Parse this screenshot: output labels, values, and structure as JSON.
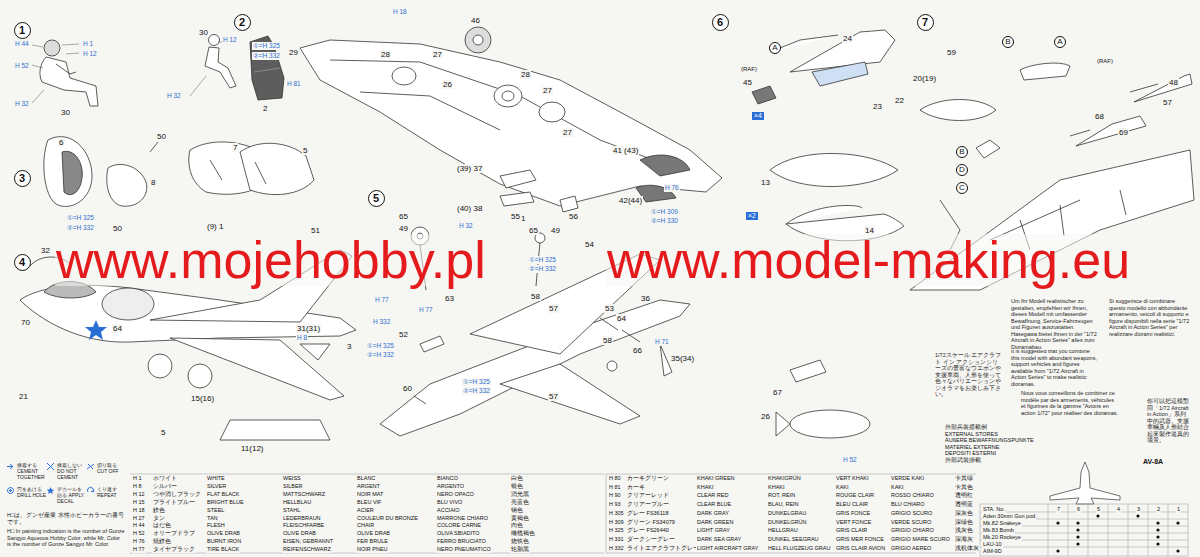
{
  "diagram": {
    "nodes": [
      {
        "text": [
          "1"
        ]
      },
      {
        "text": [
          "2"
        ]
      },
      {
        "text": [
          "3"
        ]
      },
      {
        "text": [
          "4"
        ]
      },
      {
        "text": [
          "5"
        ]
      },
      {
        "text": [
          "6"
        ]
      },
      {
        "text": [
          "7"
        ]
      },
      {
        "text": [
          "A"
        ]
      },
      {
        "text": [
          "B"
        ]
      },
      {
        "text": [
          "A"
        ]
      },
      {
        "text": [
          "B"
        ]
      },
      {
        "text": [
          "D"
        ]
      },
      {
        "text": [
          "C"
        ]
      }
    ],
    "labels": [
      "H 44",
      "H 1",
      "H 12",
      "H 52",
      "H 32",
      "30",
      "30",
      "H 12",
      "29",
      "H 81",
      "H 32",
      "50",
      "6",
      "7",
      "5",
      "8",
      "①=H 325",
      "②=H 332",
      "H 18",
      "①=H 325",
      "②=H 332",
      "46",
      "28",
      "27",
      "2",
      "26",
      "28",
      "27",
      "27",
      "(39) 37",
      "(40) 38",
      "41 (43)",
      "H 76",
      "42(44)",
      "①=H 309",
      "②=H 330",
      "1",
      "(9) 1",
      "50",
      "32",
      "51",
      "70",
      "21",
      "15(16)",
      "31(31)",
      "H 8",
      "3",
      "5",
      "11(12)",
      "64",
      "65",
      "H 32",
      "49",
      "H 77",
      "65",
      "49",
      "55",
      "56",
      "54",
      "①=H 325",
      "②=H 332",
      "H 77",
      "H 332",
      "63",
      "36",
      "53",
      "64",
      "57",
      "58",
      "52",
      "①=H 325",
      "②=H 332",
      "66",
      "60",
      "58",
      "H 71",
      "35(34)",
      "①=H 325",
      "②=H 332",
      "57",
      "24",
      "(RAF)",
      "45",
      "23",
      "×4",
      "13",
      "×2",
      "14",
      "67",
      "26",
      "H 52",
      "(RAF)",
      "59",
      "20(19)",
      "22",
      "48",
      "68",
      "57",
      "69",
      "1/72スケール エアクラフト イン アクションシリーズの豊富なウエポンや支援車両、人形を使って色々なバリエーションやジオラマをお楽しみ下さい。",
      "It is suggested that you combine this model with abundant weapons, support vehicles and figures available from \"1/72 Aircraft in Action Series\" to make realistic dioramas.",
      "Um Ihr Modell realistischer zu gestalten, empfehlen wir Ihnen, dieses Modell mit umfassender Bewaffnung, Service-Fahrzeugen und Figuren auszustatten. Hasegawa bietet Ihnen in der \"1/72 Aircraft in Action Series\" alles zum Dioramabau.",
      "Nous vous conseillons de combiner ce modèle par des armements, véhicules et figurines de la gamme \"Avions en action 1/72\" pour réaliser des dioramas.",
      "Si suggerisce di combinare questo modello con abbondante armamento, veicoli di supporto e figure disponibili nella serie \"1/72 Aircraft in Action Series\" per realizzare diorami realistici.",
      "你可以把這模型同「1/72 Aircraft in Action」系列中的武器、支援車輛及人形結合起來製作逼真的場景。",
      "外部兵装搭載例",
      "EXTERNAL STORES",
      "ÄUßERE BEWAFFNUNGSPUNKTE",
      "MATERIEL EXTERNE",
      "DEPOSITI ESTERNI",
      "外部武裝掛載",
      "AV-8A",
      "STA. No.",
      "7",
      "6",
      "5",
      "4",
      "3",
      "2",
      "1",
      "Aden 30mm Gun pod",
      "Mk.82 Snakeye",
      "Mk.83 Bomb",
      "Mk.20 Rockeye",
      "LAU-10",
      "AIM-9D",
      "H 1",
      "ホワイト",
      "WHITE",
      "WEISS",
      "BLANC",
      "BIANCO",
      "白色",
      "H 8",
      "シルバー",
      "SILVER",
      "SILBER",
      "ARGENT",
      "ARGENTO",
      "银色",
      "H 12",
      "つや消しブラック",
      "FLAT BLACK",
      "MATTSCHWARZ",
      "NOIR MAT",
      "NERO OPACO",
      "消光黑",
      "H 15",
      "ブライトブルー",
      "BRIGHT BLUE",
      "HELLBLAU",
      "BLEU VIF",
      "BLU VIVO",
      "亮蓝色",
      "H 18",
      "鉄色",
      "STEEL",
      "STAHL",
      "ACIER",
      "ACCIAIO",
      "钢色",
      "H 27",
      "タン",
      "TAN",
      "LEDERBRAUN",
      "COULEUR DU BRONZE",
      "MARRONE CHIARO",
      "黄褐色",
      "H 44",
      "はだ色",
      "FLESH",
      "FLEISCHFARBE",
      "CHAIR",
      "COLORE CARNE",
      "肉色",
      "H 52",
      "オリーブドラブ",
      "OLIVE DRAB",
      "OLIVE DRAB",
      "OLIVE DRAB",
      "OLIVA SBIADITO",
      "橄榄褐色",
      "H 76",
      "焼鉄色",
      "BURNT IRON",
      "EISEN, GEBRANNT",
      "FER BRULE",
      "FERRO BRUCIATO",
      "烧铁色",
      "H 77",
      "タイヤブラック",
      "TIRE BLACK",
      "REIFENSCHWARZ",
      "NOIR PNEU",
      "NERO PNEUMATICO",
      "轮胎黑",
      "H 80",
      "カーキグリーン",
      "KHAKI GREEN",
      "KHAKIGRÜN",
      "VERT KHAKI",
      "VERDE KAKI",
      "卡其绿",
      "H 81",
      "カーキ",
      "KHAKI",
      "KHAKI",
      "KAKI",
      "KAKI",
      "卡其色",
      "H 90",
      "クリアーレッド",
      "CLEAR RED",
      "ROT, REIN",
      "ROUGE CLAIR",
      "ROSSO CHIARO",
      "透明红",
      "H 93",
      "クリアーブルー",
      "CLEAR BLUE",
      "BLAU, REIN",
      "BLEU CLAIR",
      "BLU CHIARO",
      "透明蓝",
      "H 305",
      "グレー FS36118",
      "DARK GRAY",
      "DUNKELGRAU",
      "GRIS FONCE",
      "GRIGIO SCURO",
      "深灰色",
      "H 309",
      "グリーン FS34079",
      "DARK GREEN",
      "DUNKELGRÜN",
      "VERT FONCE",
      "VERDE SCURO",
      "深绿色",
      "H 325",
      "グレー FS26440",
      "LIGHT GRAY",
      "HELLGRAU",
      "GRIS CLAIR",
      "GRIGIO CHIARO",
      "浅灰色",
      "H 331",
      "ダークシーグレー",
      "DARK SEA GRAY",
      "DUNKEL SEEGRAU",
      "GRIS MER FONCE",
      "GRIGIO MARE SCURO",
      "深海灰",
      "H 332",
      "ライトエアクラフトグレー",
      "LIGHT AIRCRAFT GRAY",
      "HELL FLUGZEUG GRAU",
      "GRIS CLAIR AVION",
      "GRIGIO AEREO",
      "浅机体灰",
      "H□は、グンゼ産業 水性ホビーカラーの番号です。",
      "H□ In painting indication is the number of Gunze Sangyo Aqueous Hobby Color, while Mr. Color is the number of Gunze Sangyo Mr. Color.",
      "www.mojehobby.pl",
      "www.model-making.eu"
    ],
    "legend": [
      {
        "text": "接着する CEMENT TOGETHER"
      },
      {
        "text": "接着しない DO NOT CEMENT"
      },
      {
        "text": "切り取る CUT OFF"
      },
      {
        "text": "穴をあける DRILL HOLE"
      },
      {
        "text": "デカールを貼る APPLY DECAL"
      },
      {
        "text": "くり返す REPEAT"
      }
    ]
  }
}
